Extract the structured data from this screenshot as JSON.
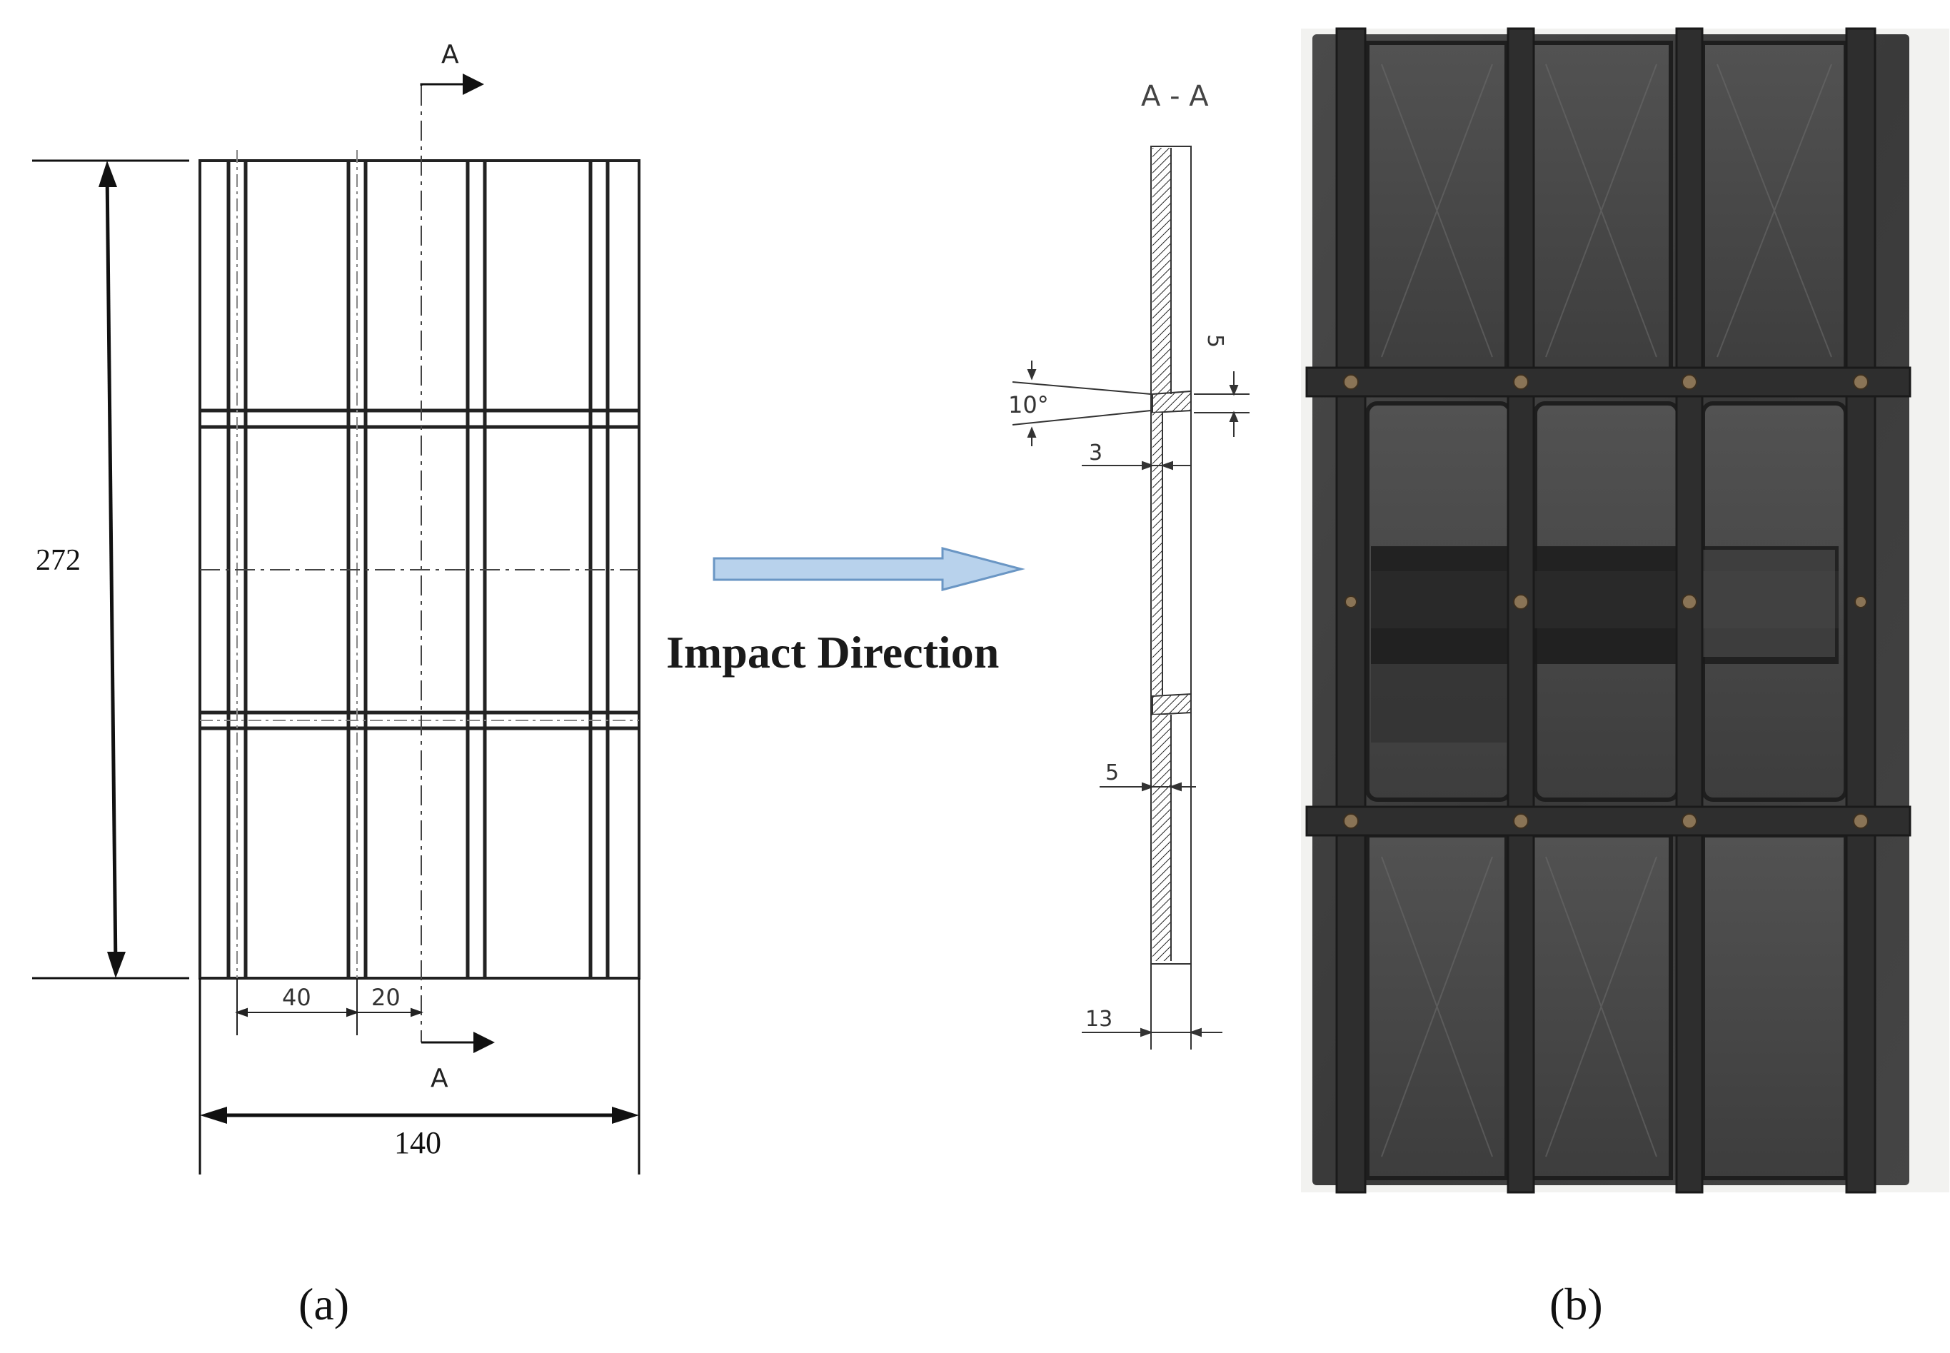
{
  "figure": {
    "drawing": {
      "section_marker_top": "A",
      "section_marker_bottom": "A",
      "dim_height": "272",
      "dim_width": "140",
      "dim_bay": "40",
      "dim_offset": "20"
    },
    "impact_label": "Impact Direction",
    "section": {
      "title": "A - A",
      "dim_angle": "10°",
      "dim_rib_height": "5",
      "dim_thin_wall": "3",
      "dim_thick_wall": "5",
      "dim_total_thickness": "13"
    },
    "caption_a": "(a)",
    "caption_b": "(b)",
    "colors": {
      "arrow_fill": "#b8d2ec",
      "arrow_stroke": "#6a96c4",
      "panel_photo": "#3a3a3a",
      "rib": "#2b2b2b"
    }
  }
}
